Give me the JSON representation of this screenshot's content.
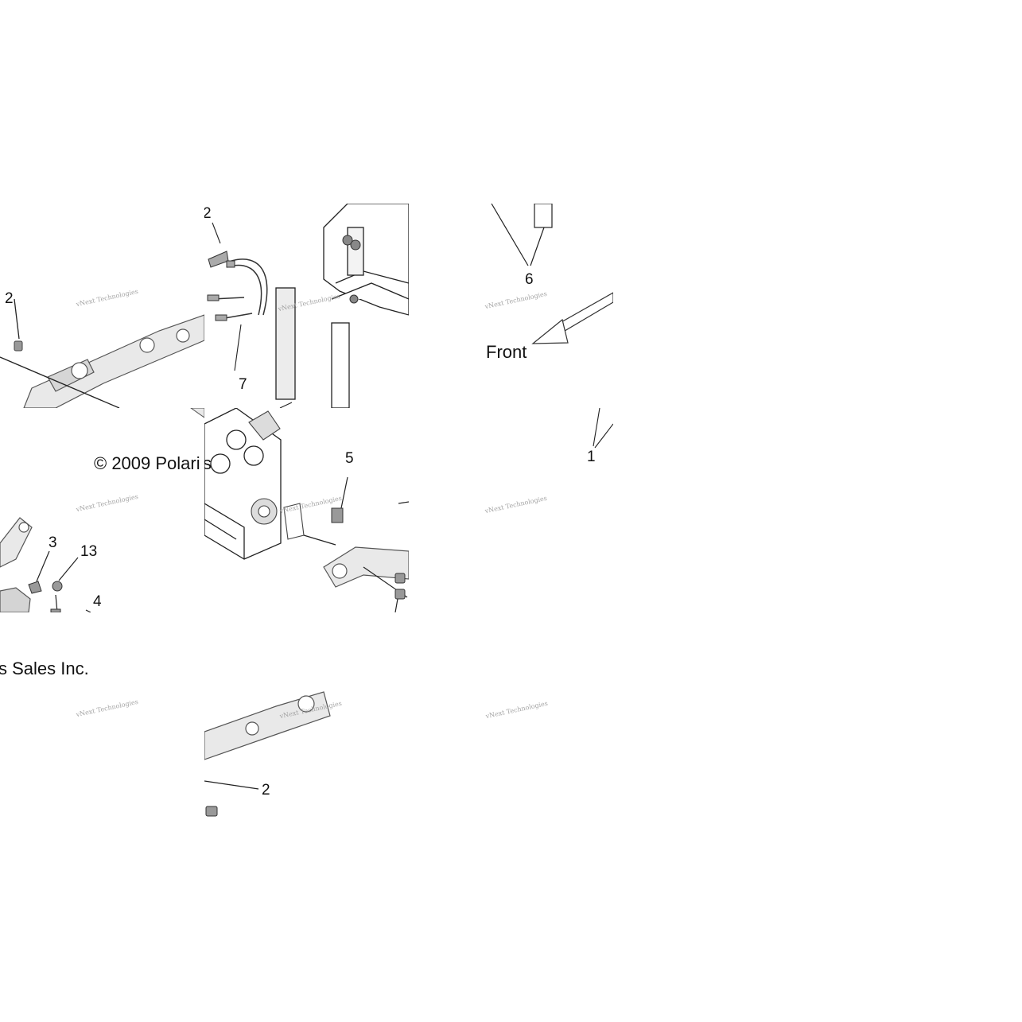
{
  "callouts": {
    "c2a": "2",
    "c2b": "2",
    "c2c": "2",
    "c3": "3",
    "c13": "13",
    "c4": "4",
    "c5": "5",
    "c6": "6",
    "c7": "7",
    "c1": "1"
  },
  "direction_label": "Front",
  "copyright": {
    "left_fragment": "© 2009 Polari",
    "right_fragment": "s Sales Inc."
  },
  "watermark": {
    "line1": "vNext Technologies"
  }
}
